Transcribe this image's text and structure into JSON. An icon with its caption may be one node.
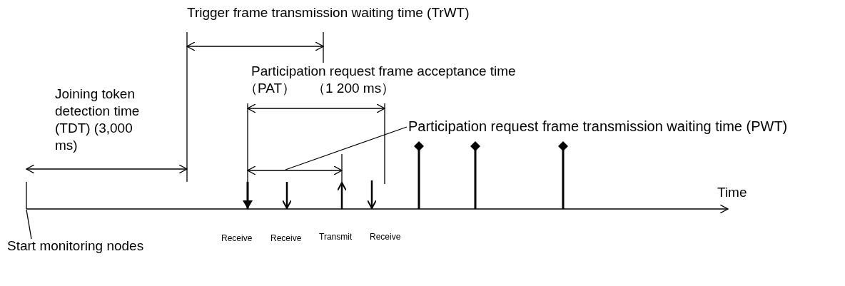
{
  "diagram": {
    "nodes": [
      {
        "text": [
          "Start monitoring nodes"
        ]
      },
      {
        "text": [
          "Participation request frame transmission waiting time (PWT)"
        ]
      }
    ],
    "edges": [
      {
        "from": 0,
        "to": null,
        "arrow": "none"
      },
      {
        "from": 1,
        "to": null,
        "arrow": "none"
      }
    ],
    "labels": [
      "Trigger frame transmission waiting time (TrWT)",
      "Participation request frame acceptance time",
      "（PAT）",
      "（1 200 ms）",
      "Joining token detection time (TDT) (3,000 ms)",
      "Time",
      "Receive",
      "Receive",
      "Transmit",
      "Receive"
    ]
  }
}
